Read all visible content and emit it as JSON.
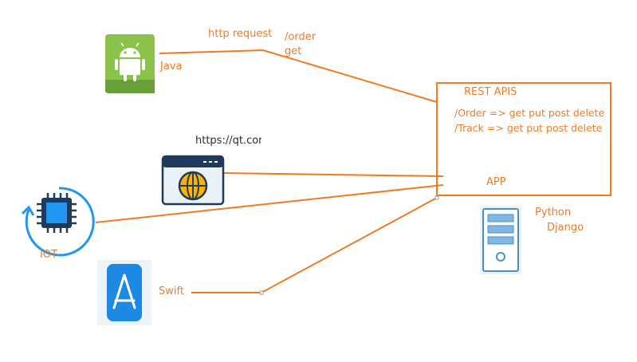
{
  "clients": {
    "android": {
      "icon": "android-icon",
      "label": "Java"
    },
    "web": {
      "icon": "globe-browser-icon",
      "label": "https://qt.com"
    },
    "iot": {
      "icon": "chip-icon",
      "label": "IOT"
    },
    "ios": {
      "icon": "app-store-icon",
      "label": "Swift"
    }
  },
  "connections": {
    "android_request": "http request",
    "android_endpoint": "/order",
    "android_method": "get"
  },
  "rest_box": {
    "title": "REST APIS",
    "routes": [
      "/Order => get put post delete",
      "/Track  => get put post delete"
    ],
    "app_label": "APP"
  },
  "server": {
    "icon": "server-icon",
    "label_line1": "Python",
    "label_line2": "Django"
  },
  "colors": {
    "line": "#f07a24",
    "android_green": "#8bc34a",
    "ios_blue": "#1e88e5",
    "icon_navy": "#1f3a5a",
    "chip_blue": "#2196f3",
    "globe_orange": "#ffb300",
    "server_blue": "#cfe6f7"
  }
}
